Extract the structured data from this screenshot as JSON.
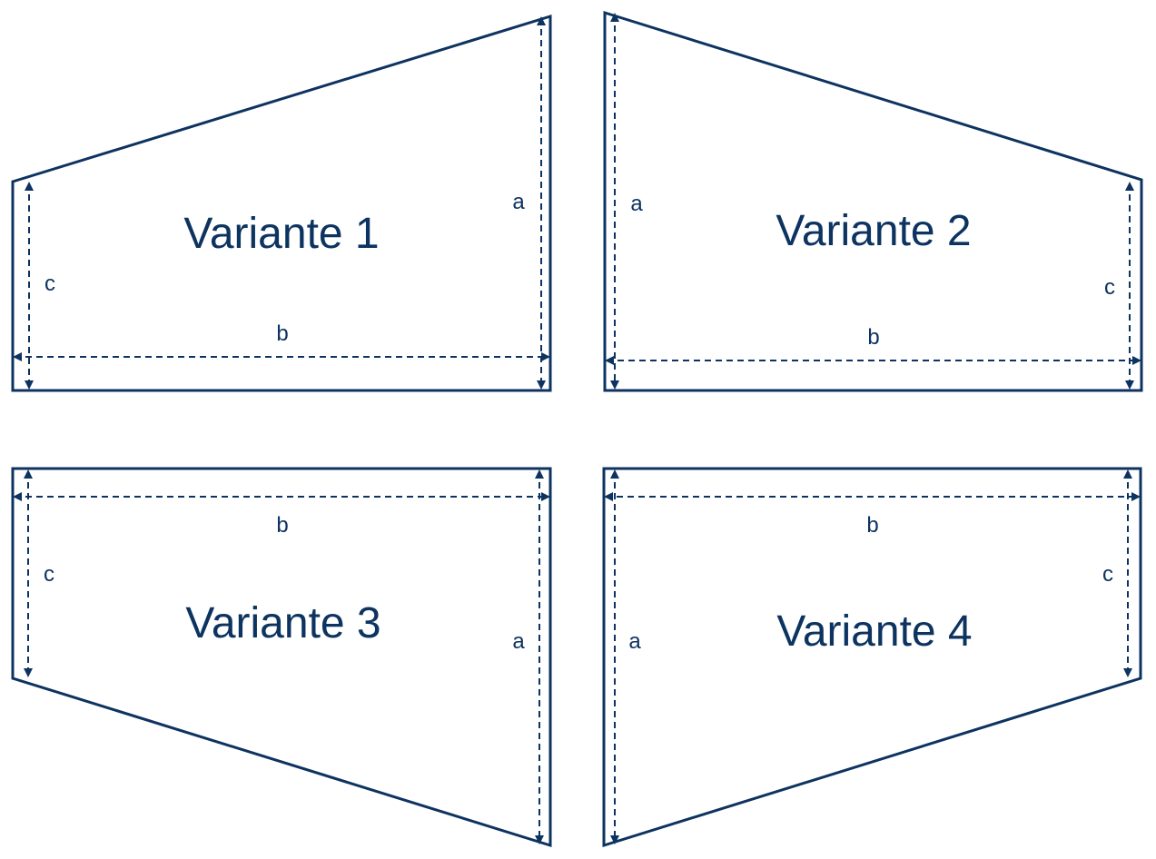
{
  "colors": {
    "line": "#0d3360",
    "background": "#ffffff"
  },
  "variants": [
    {
      "title": "Variante 1",
      "labels": {
        "a": "a",
        "b": "b",
        "c": "c"
      }
    },
    {
      "title": "Variante 2",
      "labels": {
        "a": "a",
        "b": "b",
        "c": "c"
      }
    },
    {
      "title": "Variante 3",
      "labels": {
        "a": "a",
        "b": "b",
        "c": "c"
      }
    },
    {
      "title": "Variante 4",
      "labels": {
        "a": "a",
        "b": "b",
        "c": "c"
      }
    }
  ]
}
